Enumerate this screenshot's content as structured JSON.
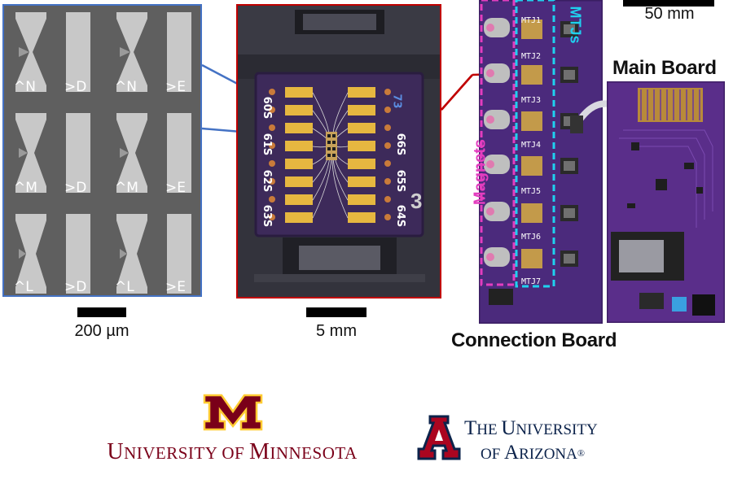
{
  "sem_panel": {
    "labels": [
      "^N",
      ">D",
      "^N",
      ">E",
      "^M",
      ">D",
      "^M",
      ">E",
      "^L",
      ">D",
      "^L",
      ">E"
    ],
    "border_color": "#4472c4"
  },
  "chip_panel": {
    "pcb_labels_left": [
      "60S",
      "61S",
      "62S",
      "63S"
    ],
    "pcb_labels_right": [
      "66S",
      "65S",
      "64S"
    ],
    "board_marks": [
      "73",
      "3"
    ],
    "border_color": "#c00000"
  },
  "scale_bars": {
    "sem": "200 µm",
    "chip": "5 mm",
    "board": "50 mm"
  },
  "connection_board": {
    "title": "Connection Board",
    "mtj_labels": [
      "MTJ1",
      "MTJ2",
      "MTJ3",
      "MTJ4",
      "MTJ5",
      "MTJ6",
      "MTJ7"
    ],
    "magnets_label": "Magnets",
    "mtjs_label": "MTJs",
    "magnets_color": "#e33dbf",
    "mtjs_color": "#1fd1ef"
  },
  "main_board": {
    "title": "Main Board"
  },
  "logos": {
    "umn": {
      "mark": "M",
      "wordmark_parts": [
        "U",
        "NIVERSITY OF ",
        "M",
        "INNESOTA"
      ],
      "color": "#7a0019",
      "mark_color": "#ffcc33"
    },
    "ua": {
      "mark": "A",
      "wordmark_line1_parts": [
        "T",
        "HE ",
        "U",
        "NIVERSITY"
      ],
      "wordmark_line2_parts": [
        "OF ",
        "A",
        "RIZONA"
      ],
      "registered": "®",
      "navy": "#0c234b",
      "red": "#ab0520"
    }
  }
}
